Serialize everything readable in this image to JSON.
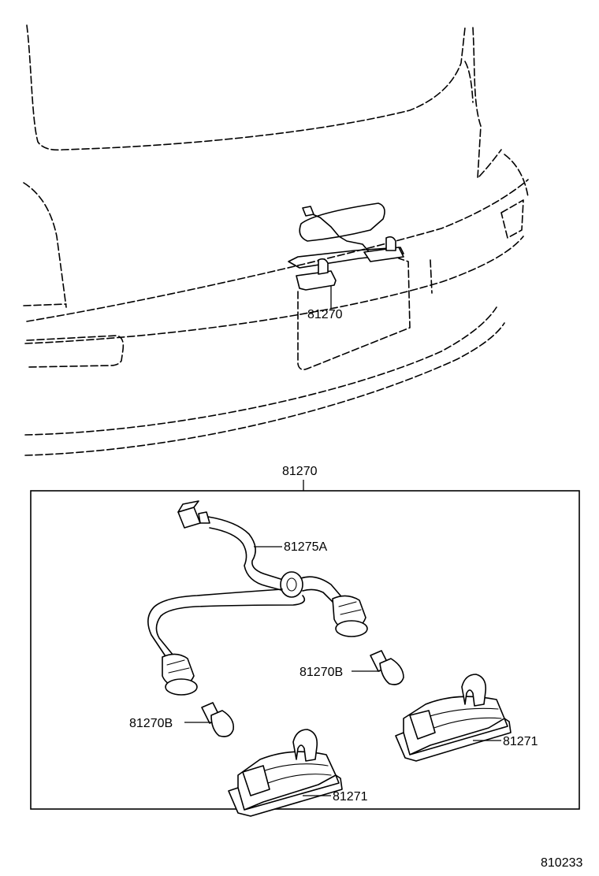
{
  "labels": {
    "overview_part": "81270",
    "assembly_part": "81270",
    "wire_harness": "81275A",
    "bulb_right": "81270B",
    "bulb_left": "81270B",
    "lamp_right": "81271",
    "lamp_left": "81271",
    "figure_number": "810233"
  },
  "colors": {
    "line": "#000000",
    "background": "#ffffff"
  }
}
